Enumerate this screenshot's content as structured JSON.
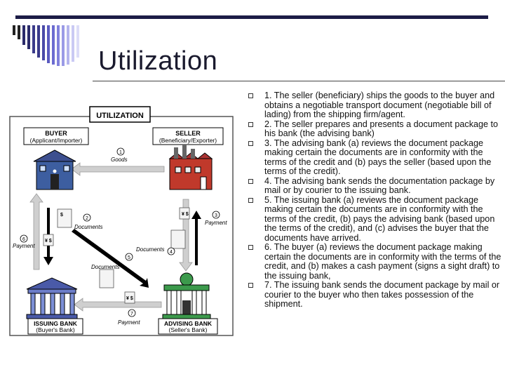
{
  "slide": {
    "title": "Utilization"
  },
  "diagram": {
    "heading": "UTILIZATION",
    "buyer_label": "BUYER",
    "buyer_sub": "(Applicant/Importer)",
    "seller_label": "SELLER",
    "seller_sub": "(Beneficiary/Exporter)",
    "issuing_label": "ISSUING BANK",
    "issuing_sub": "(Buyer's Bank)",
    "advising_label": "ADVISING BANK",
    "advising_sub": "(Seller's Bank)",
    "goods_label": "Goods",
    "documents_labels": [
      "Documents",
      "Documents",
      "Documents"
    ],
    "payment_labels": [
      "Payment",
      "Payment",
      "Payment"
    ],
    "step_numbers": [
      "1",
      "2",
      "3",
      "4",
      "5",
      "6",
      "7"
    ]
  },
  "bullets": [
    "1. The seller (beneficiary) ships the goods to the buyer and obtains a negotiable transport document (negotiable bill of lading) from the shipping firm/agent.",
    "2. The seller prepares and presents a document package to his bank (the advising bank)",
    "3. The advising bank (a) reviews the document package making certain the documents are in conformity with the terms of the credit and (b) pays the seller (based upon the terms of the credit).",
    "4. The advising bank sends the documentation package by mail or by courier to the issuing bank.",
    "5. The issuing bank (a) reviews the document package making certain the documents are in conformity with the terms of the credit, (b) pays the advising bank (based upon the terms of the credit), and (c) advises the buyer that the documents have arrived.",
    "6. The buyer (a) reviews the document package making certain the documents are in conformity with the terms of the credit, and (b) makes a cash payment (signs a sight draft) to the issuing bank,",
    "7. The issuing bank sends the document package by mail or courier to the buyer who then takes possession of the shipment."
  ]
}
